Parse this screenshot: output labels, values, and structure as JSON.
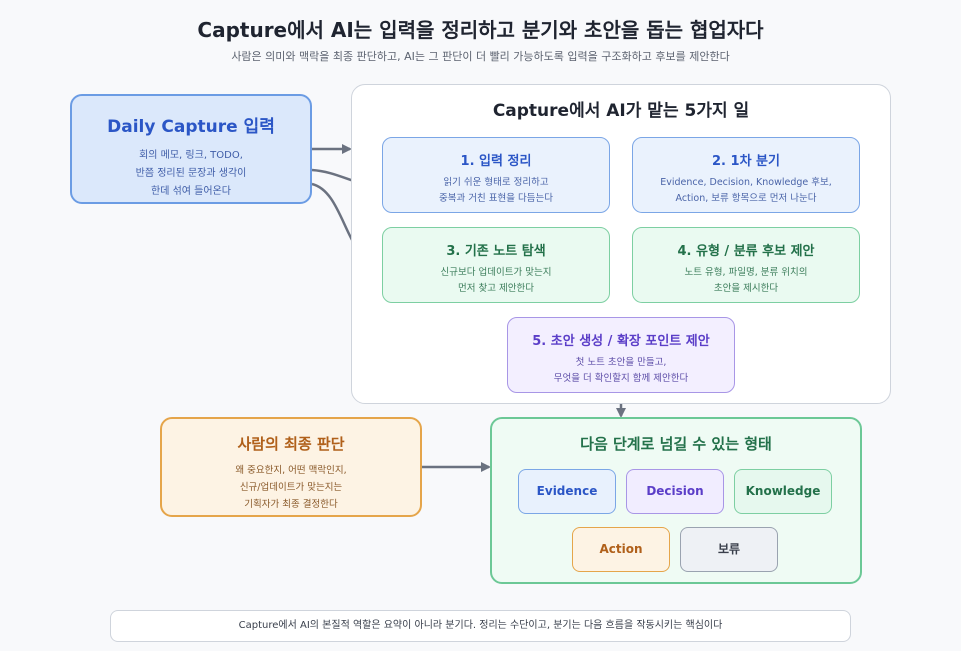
{
  "title": "Capture에서 AI는 입력을 정리하고 분기와 초안을 돕는 협업자다",
  "subtitle": "사람은 의미와 맥락을 최종 판단하고, AI는 그 판단이 더 빨리 가능하도록 입력을 구조화하고 후보를 제안한다",
  "capture": {
    "title": "Daily Capture 입력",
    "lines": [
      "회의 메모, 링크, TODO,",
      "반쯤 정리된 문장과 생각이",
      "한데 섞여 들어온다"
    ]
  },
  "ai_panel": {
    "title": "Capture에서 AI가 맡는 5가지 일",
    "tasks": [
      {
        "title": "1. 입력 정리",
        "lines": [
          "읽기 쉬운 형태로 정리하고",
          "중복과 거친 표현을 다듬는다"
        ]
      },
      {
        "title": "2. 1차 분기",
        "lines": [
          "Evidence, Decision, Knowledge 후보,",
          "Action, 보류 항목으로 먼저 나눈다"
        ]
      },
      {
        "title": "3. 기존 노트 탐색",
        "lines": [
          "신규보다 업데이트가 맞는지",
          "먼저 찾고 제안한다"
        ]
      },
      {
        "title": "4. 유형 / 분류 후보 제안",
        "lines": [
          "노트 유형, 파일명, 분류 위치의",
          "초안을 제시한다"
        ]
      },
      {
        "title": "5. 초안 생성 / 확장 포인트 제안",
        "lines": [
          "첫 노트 초안을 만들고,",
          "무엇을 더 확인할지 함께 제안한다"
        ]
      }
    ]
  },
  "human": {
    "title": "사람의 최종 판단",
    "lines": [
      "왜 중요한지, 어떤 맥락인지,",
      "신규/업데이트가 맞는지는",
      "기획자가 최종 결정한다"
    ]
  },
  "result": {
    "title": "다음 단계로 넘길 수 있는 형태",
    "chips": [
      "Evidence",
      "Decision",
      "Knowledge",
      "Action",
      "보류"
    ]
  },
  "footer": "Capture에서 AI의 본질적 역할은 요약이 아니라 분기다. 정리는 수단이고, 분기는 다음 흐름을 작동시키는 핵심이다",
  "colors": {
    "blue": "#2b56c6",
    "green": "#23714a",
    "purple": "#5b3ec8",
    "orange": "#b0601a",
    "arrow": "#6b7280"
  }
}
